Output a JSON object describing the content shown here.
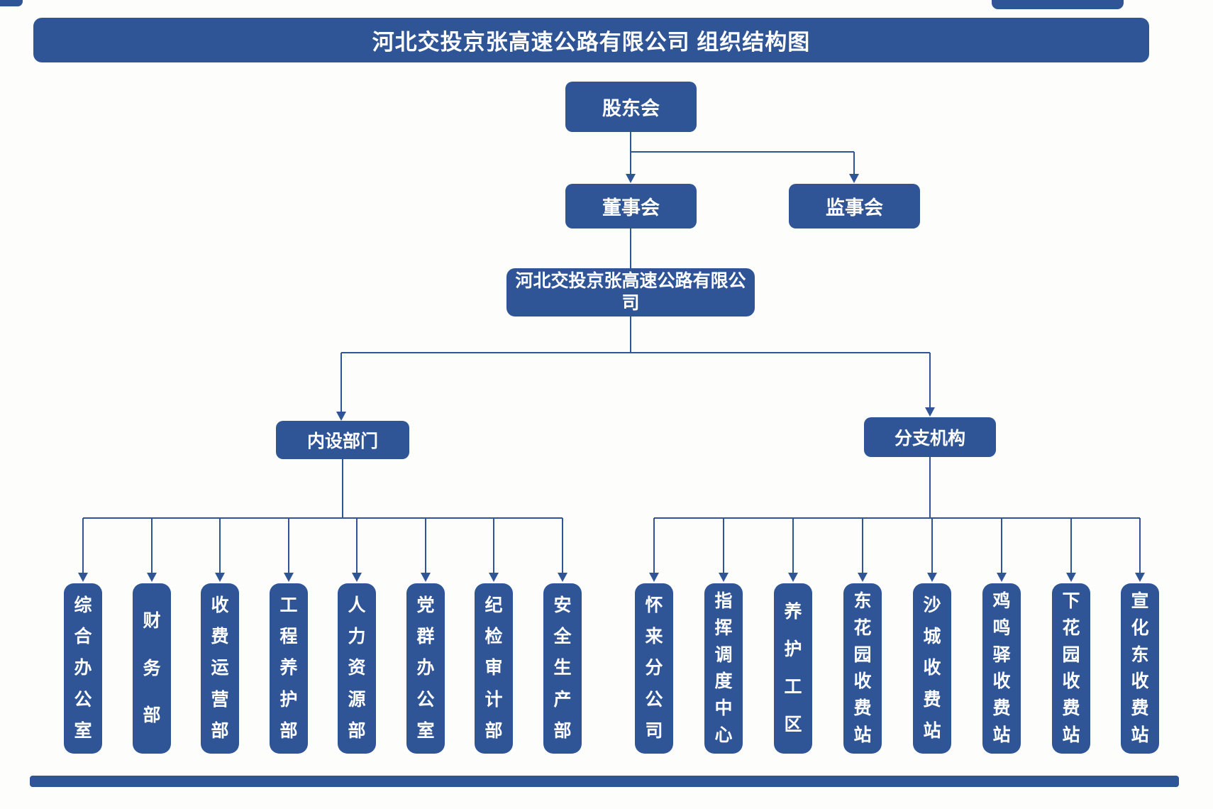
{
  "title": "河北交投京张高速公路有限公司 组织结构图",
  "colors": {
    "primary": "#2F5597",
    "text": "#FFFFFF",
    "background": "#FDFDFB"
  },
  "nodes": {
    "shareholders": "股东会",
    "board_of_directors": "董事会",
    "supervisory_board": "监事会",
    "company": "河北交投京张高速公路有限公司",
    "internal_departments_header": "内设部门",
    "branch_organizations_header": "分支机构"
  },
  "internal_departments": [
    "综合办公室",
    "财务部",
    "收费运营部",
    "工程养护部",
    "人力资源部",
    "党群办公室",
    "纪检审计部",
    "安全生产部"
  ],
  "branch_organizations": [
    "怀来分公司",
    "指挥调度中心",
    "养护工区",
    "东花园收费站",
    "沙城收费站",
    "鸡鸣驿收费站",
    "下花园收费站",
    "宣化东收费站"
  ]
}
